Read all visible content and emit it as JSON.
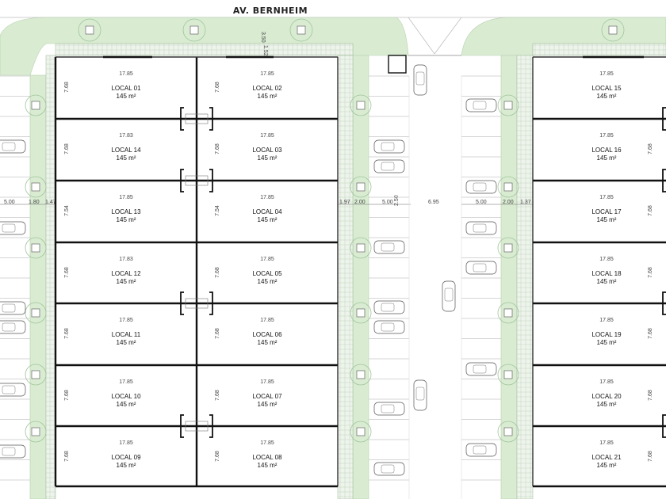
{
  "street": {
    "name": "AV. BERNHEIM"
  },
  "units_left_col": [
    {
      "name": "LOCAL 01",
      "area": "145 m²",
      "width": "17.85",
      "depth": "7.68"
    },
    {
      "name": "LOCAL 14",
      "area": "145 m²",
      "width": "17.83",
      "depth": "7.68"
    },
    {
      "name": "LOCAL 13",
      "area": "145 m²",
      "width": "17.85",
      "depth": "7.54"
    },
    {
      "name": "LOCAL 12",
      "area": "145 m²",
      "width": "17.83",
      "depth": "7.68"
    },
    {
      "name": "LOCAL 11",
      "area": "145 m²",
      "width": "17.85",
      "depth": "7.68"
    },
    {
      "name": "LOCAL 10",
      "area": "145 m²",
      "width": "17.85",
      "depth": "7.68"
    },
    {
      "name": "LOCAL 09",
      "area": "145 m²",
      "width": "17.85",
      "depth": "7.68"
    }
  ],
  "units_mid_col": [
    {
      "name": "LOCAL 02",
      "area": "145 m²",
      "width": "17.85",
      "depth": "7.68"
    },
    {
      "name": "LOCAL 03",
      "area": "145 m²",
      "width": "17.85",
      "depth": "7.68"
    },
    {
      "name": "LOCAL 04",
      "area": "145 m²",
      "width": "17.85",
      "depth": "7.54"
    },
    {
      "name": "LOCAL 05",
      "area": "145 m²",
      "width": "17.85",
      "depth": "7.68"
    },
    {
      "name": "LOCAL 06",
      "area": "145 m²",
      "width": "17.85",
      "depth": "7.68"
    },
    {
      "name": "LOCAL 07",
      "area": "145 m²",
      "width": "17.85",
      "depth": "7.68"
    },
    {
      "name": "LOCAL 08",
      "area": "145 m²",
      "width": "17.85",
      "depth": "7.68"
    }
  ],
  "units_right_col": [
    {
      "name": "LOCAL 15",
      "area": "145 m²",
      "width": "17.85",
      "depth": "7.68"
    },
    {
      "name": "LOCAL 16",
      "area": "145 m²",
      "width": "17.85",
      "depth": "7.68"
    },
    {
      "name": "LOCAL 17",
      "area": "145 m²",
      "width": "17.85",
      "depth": "7.68"
    },
    {
      "name": "LOCAL 18",
      "area": "145 m²",
      "width": "17.85",
      "depth": "7.68"
    },
    {
      "name": "LOCAL 19",
      "area": "145 m²",
      "width": "17.85",
      "depth": "7.68"
    },
    {
      "name": "LOCAL 20",
      "area": "145 m²",
      "width": "17.85",
      "depth": "7.68"
    },
    {
      "name": "LOCAL 21",
      "area": "145 m²",
      "width": "17.85",
      "depth": "7.68"
    }
  ],
  "dimensions": {
    "top_setback": "3.50",
    "top_setback_b": "1.52",
    "left_parking": "5.00",
    "left_walk": "1.80",
    "left_strip": "1.47",
    "mid_strip": "1.97",
    "mid_walk": "2.00",
    "mid_parking": "5.00",
    "mid_parking_b": "2.50",
    "road_width": "6.95",
    "right_parking": "5.00",
    "right_walk": "2.00",
    "right_strip": "1.37"
  },
  "colors": {
    "grass": "#d9ecd2",
    "wall": "#111111",
    "walk": "#f4f6f2"
  }
}
